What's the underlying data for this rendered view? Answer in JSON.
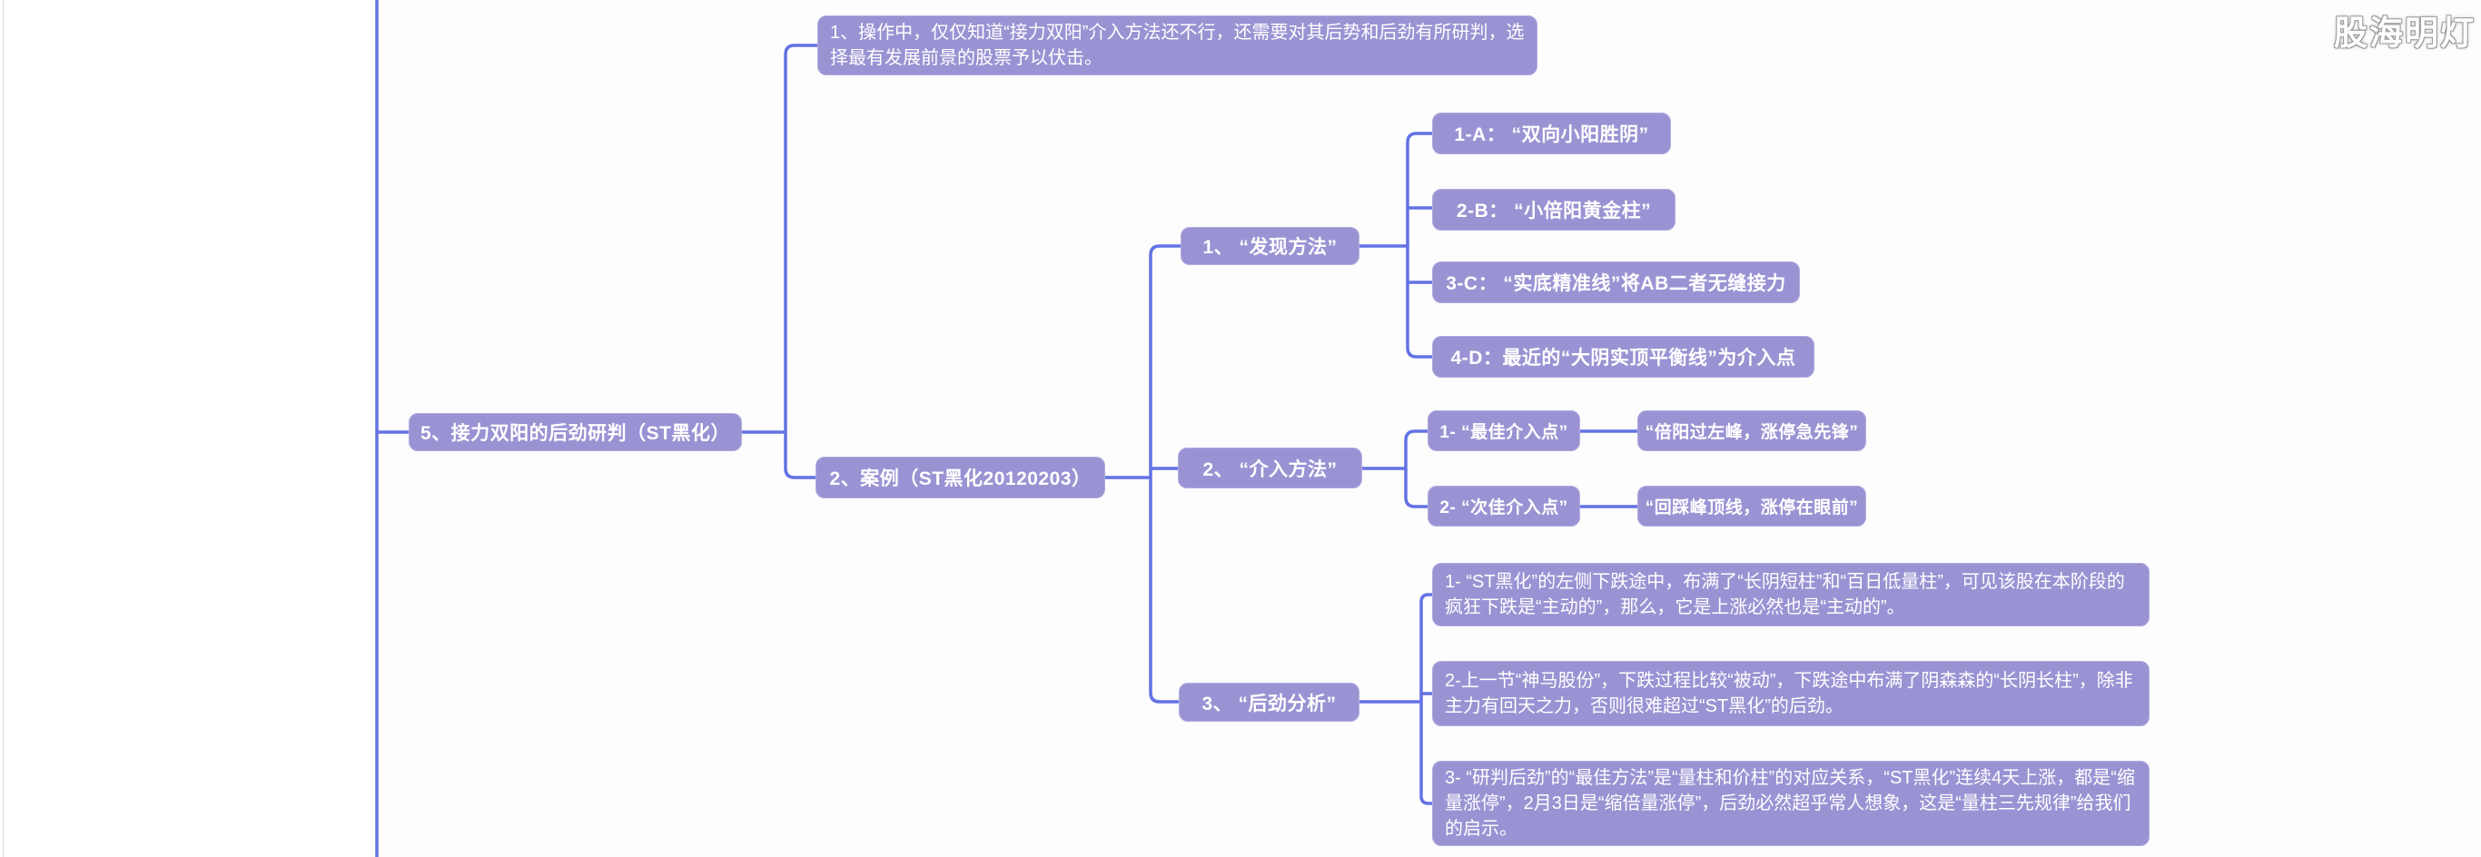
{
  "watermark": {
    "text": "股海明灯"
  },
  "root": {
    "label": "5、接力双阳的后劲研判（ST黑化）"
  },
  "branches": {
    "note": {
      "label": "1、操作中，仅仅知道“接力双阳”介入方法还不行，还需要对其后势和后劲有所研判，选择最有发展前景的股票予以伏击。"
    },
    "case": {
      "label": "2、案例（ST黑化20120203）",
      "children": {
        "discover": {
          "label": "1、 “发现方法”",
          "items": [
            {
              "label": "1-A： “双向小阳胜阴”"
            },
            {
              "label": "2-B： “小倍阳黄金柱”"
            },
            {
              "label": "3-C： “实底精准线”将AB二者无缝接力"
            },
            {
              "label": "4-D：最近的“大阴实顶平衡线”为介入点"
            }
          ]
        },
        "entry": {
          "label": "2、 “介入方法”",
          "items": [
            {
              "label": "1- “最佳介入点”",
              "detail": "“倍阳过左峰，涨停急先锋”"
            },
            {
              "label": "2- “次佳介入点”",
              "detail": "“回踩峰顶线，涨停在眼前”"
            }
          ]
        },
        "momentum": {
          "label": "3、 “后劲分析”",
          "items": [
            {
              "label": "1- “ST黑化”的左侧下跌途中，布满了“长阴短柱”和“百日低量柱”，可见该股在本阶段的疯狂下跌是“主动的”，那么，它是上涨必然也是“主动的”。"
            },
            {
              "label": "2-上一节“神马股份”，下跌过程比较“被动”，下跌途中布满了阴森森的“长阴长柱”，除非主力有回天之力，否则很难超过“ST黑化”的后劲。"
            },
            {
              "label": "3- “研判后劲”的“最佳方法”是“量柱和价柱”的对应关系，“ST黑化”连续4天上涨，都是“缩量涨停”，2月3日是“缩倍量涨停”，后劲必然超乎常人想象，这是“量柱三先规律”给我们的启示。"
            }
          ]
        }
      }
    }
  },
  "colors": {
    "node_fill": "#9a93d3",
    "node_border": "#b1abdf",
    "connector": "#6372e4",
    "node_text": "#ffffff",
    "background": "#fdfdfe"
  }
}
